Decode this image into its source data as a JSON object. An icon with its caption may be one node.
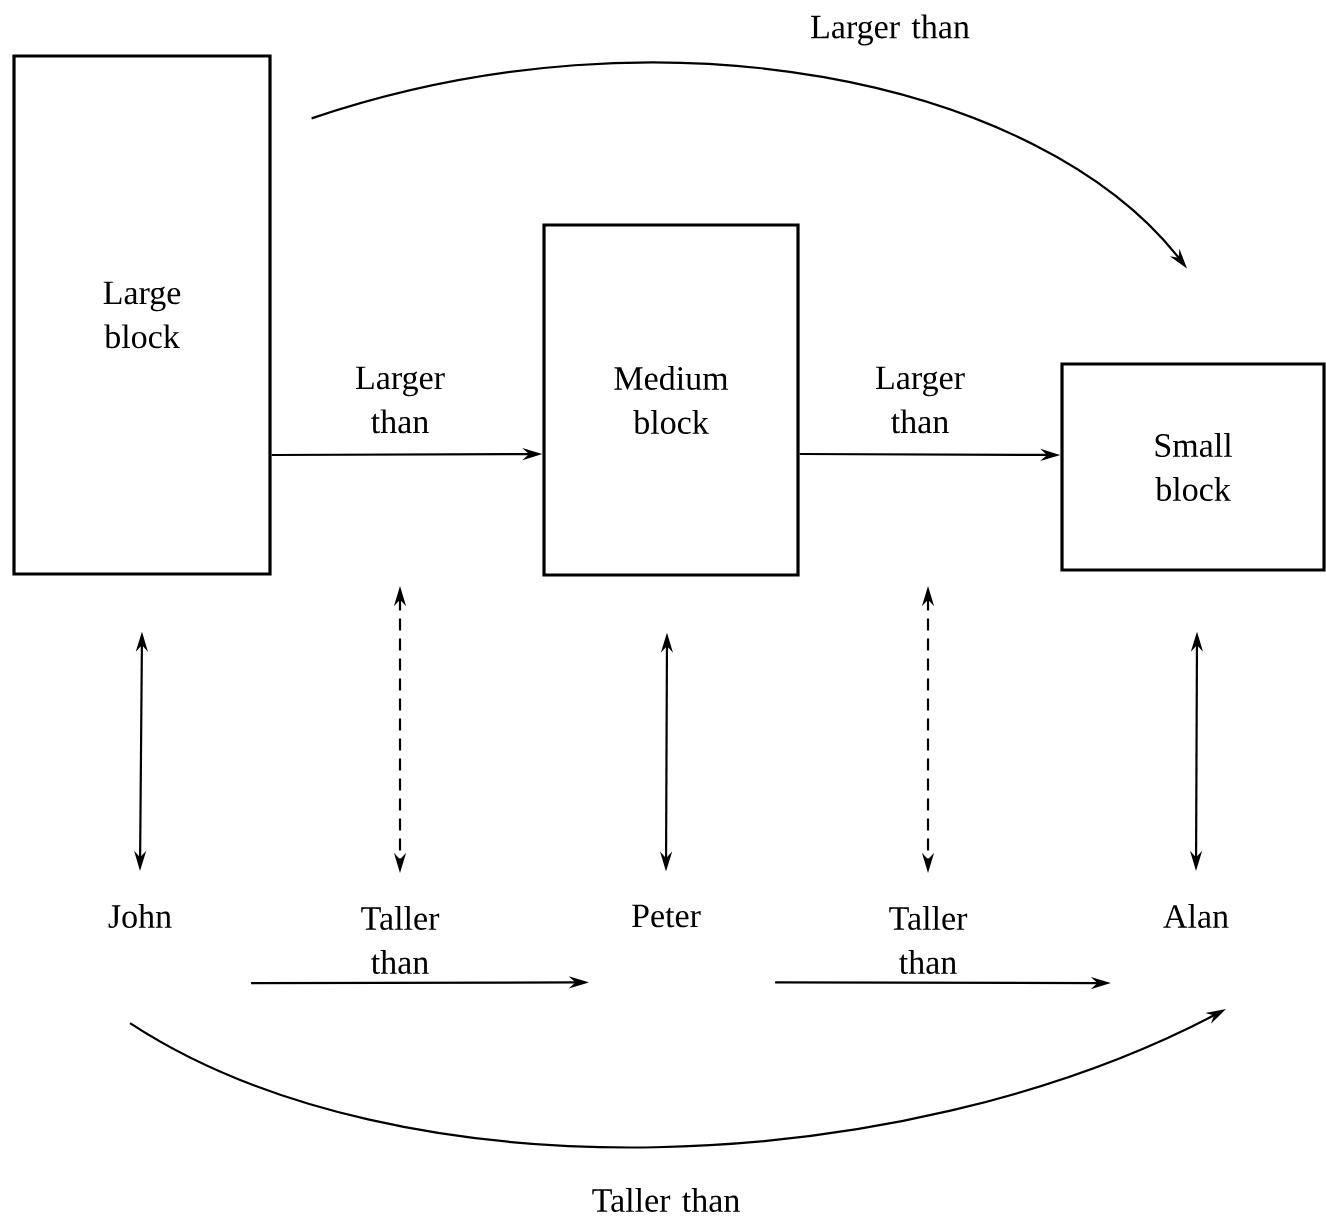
{
  "diagram": {
    "nodes": [
      {
        "text": [
          "Large block"
        ]
      },
      {
        "text": [
          "Medium block"
        ]
      },
      {
        "text": [
          "Small block"
        ]
      },
      {
        "text": [
          "John"
        ]
      },
      {
        "text": [
          "Taller than"
        ]
      },
      {
        "text": [
          "Peter"
        ]
      },
      {
        "text": [
          "Taller than"
        ]
      },
      {
        "text": [
          "Alan"
        ]
      }
    ],
    "edges": [
      {
        "from": 0,
        "to": 1,
        "arrow": "to",
        "label": "Larger than"
      },
      {
        "from": 1,
        "to": 2,
        "arrow": "to",
        "label": "Larger than"
      },
      {
        "from": 0,
        "to": 2,
        "arrow": "to",
        "label": "Larger than"
      },
      {
        "from": 0,
        "to": 3,
        "arrow": "both"
      },
      {
        "from": 1,
        "to": 5,
        "arrow": "both"
      },
      {
        "from": 2,
        "to": 7,
        "arrow": "both"
      },
      {
        "from": null,
        "to": 4,
        "arrow": "both",
        "style": "dashed"
      },
      {
        "from": null,
        "to": 6,
        "arrow": "both",
        "style": "dashed"
      },
      {
        "from": 3,
        "to": 5,
        "arrow": "to"
      },
      {
        "from": 5,
        "to": 7,
        "arrow": "to"
      },
      {
        "from": 3,
        "to": 7,
        "arrow": "to",
        "label": "Taller than"
      }
    ]
  }
}
